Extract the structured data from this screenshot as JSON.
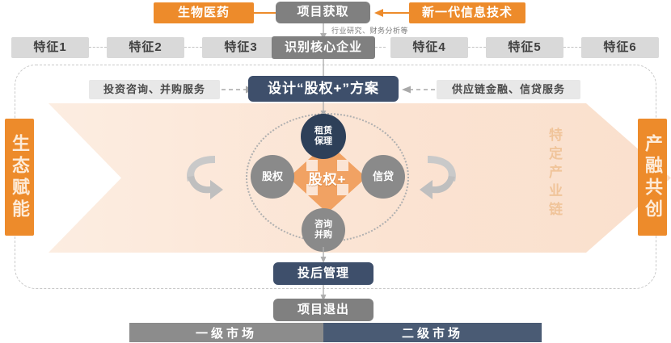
{
  "diagram": {
    "title_row": {
      "left_source": "生物医药",
      "center": "项目获取",
      "right_source": "新一代信息技术"
    },
    "method_note": "行业研究、财务分析等",
    "feature_row": {
      "left_features": [
        "特征1",
        "特征2",
        "特征3"
      ],
      "center": "识别核心企业",
      "right_features": [
        "特征4",
        "特征5",
        "特征6"
      ]
    },
    "scheme_row": {
      "left_note": "投资咨询、并购服务",
      "center": "设计“股权+”方案",
      "right_note": "供应链金融、信贷服务"
    },
    "side_bars": {
      "left": "生态赋能",
      "right": "产融共创"
    },
    "chain_label": "特定产业链",
    "hub": {
      "center": "股权+",
      "top": "租赁\n保理",
      "top_line1": "租赁",
      "top_line2": "保理",
      "left": "股权",
      "right": "信贷",
      "bottom_line1": "咨询",
      "bottom_line2": "并购"
    },
    "post_invest": "投后管理",
    "exit": "项目退出",
    "markets": {
      "primary": "一级市场",
      "secondary": "二级市场"
    },
    "colors": {
      "orange": "#ED8B2B",
      "navy": "#3E4F6B",
      "gray_dark": "#808080",
      "gray_light": "#D9D9D9",
      "band_peach": "#FBE6D6",
      "circle_navy": "#2E4059",
      "circle_gray": "#8A8A8A"
    }
  }
}
